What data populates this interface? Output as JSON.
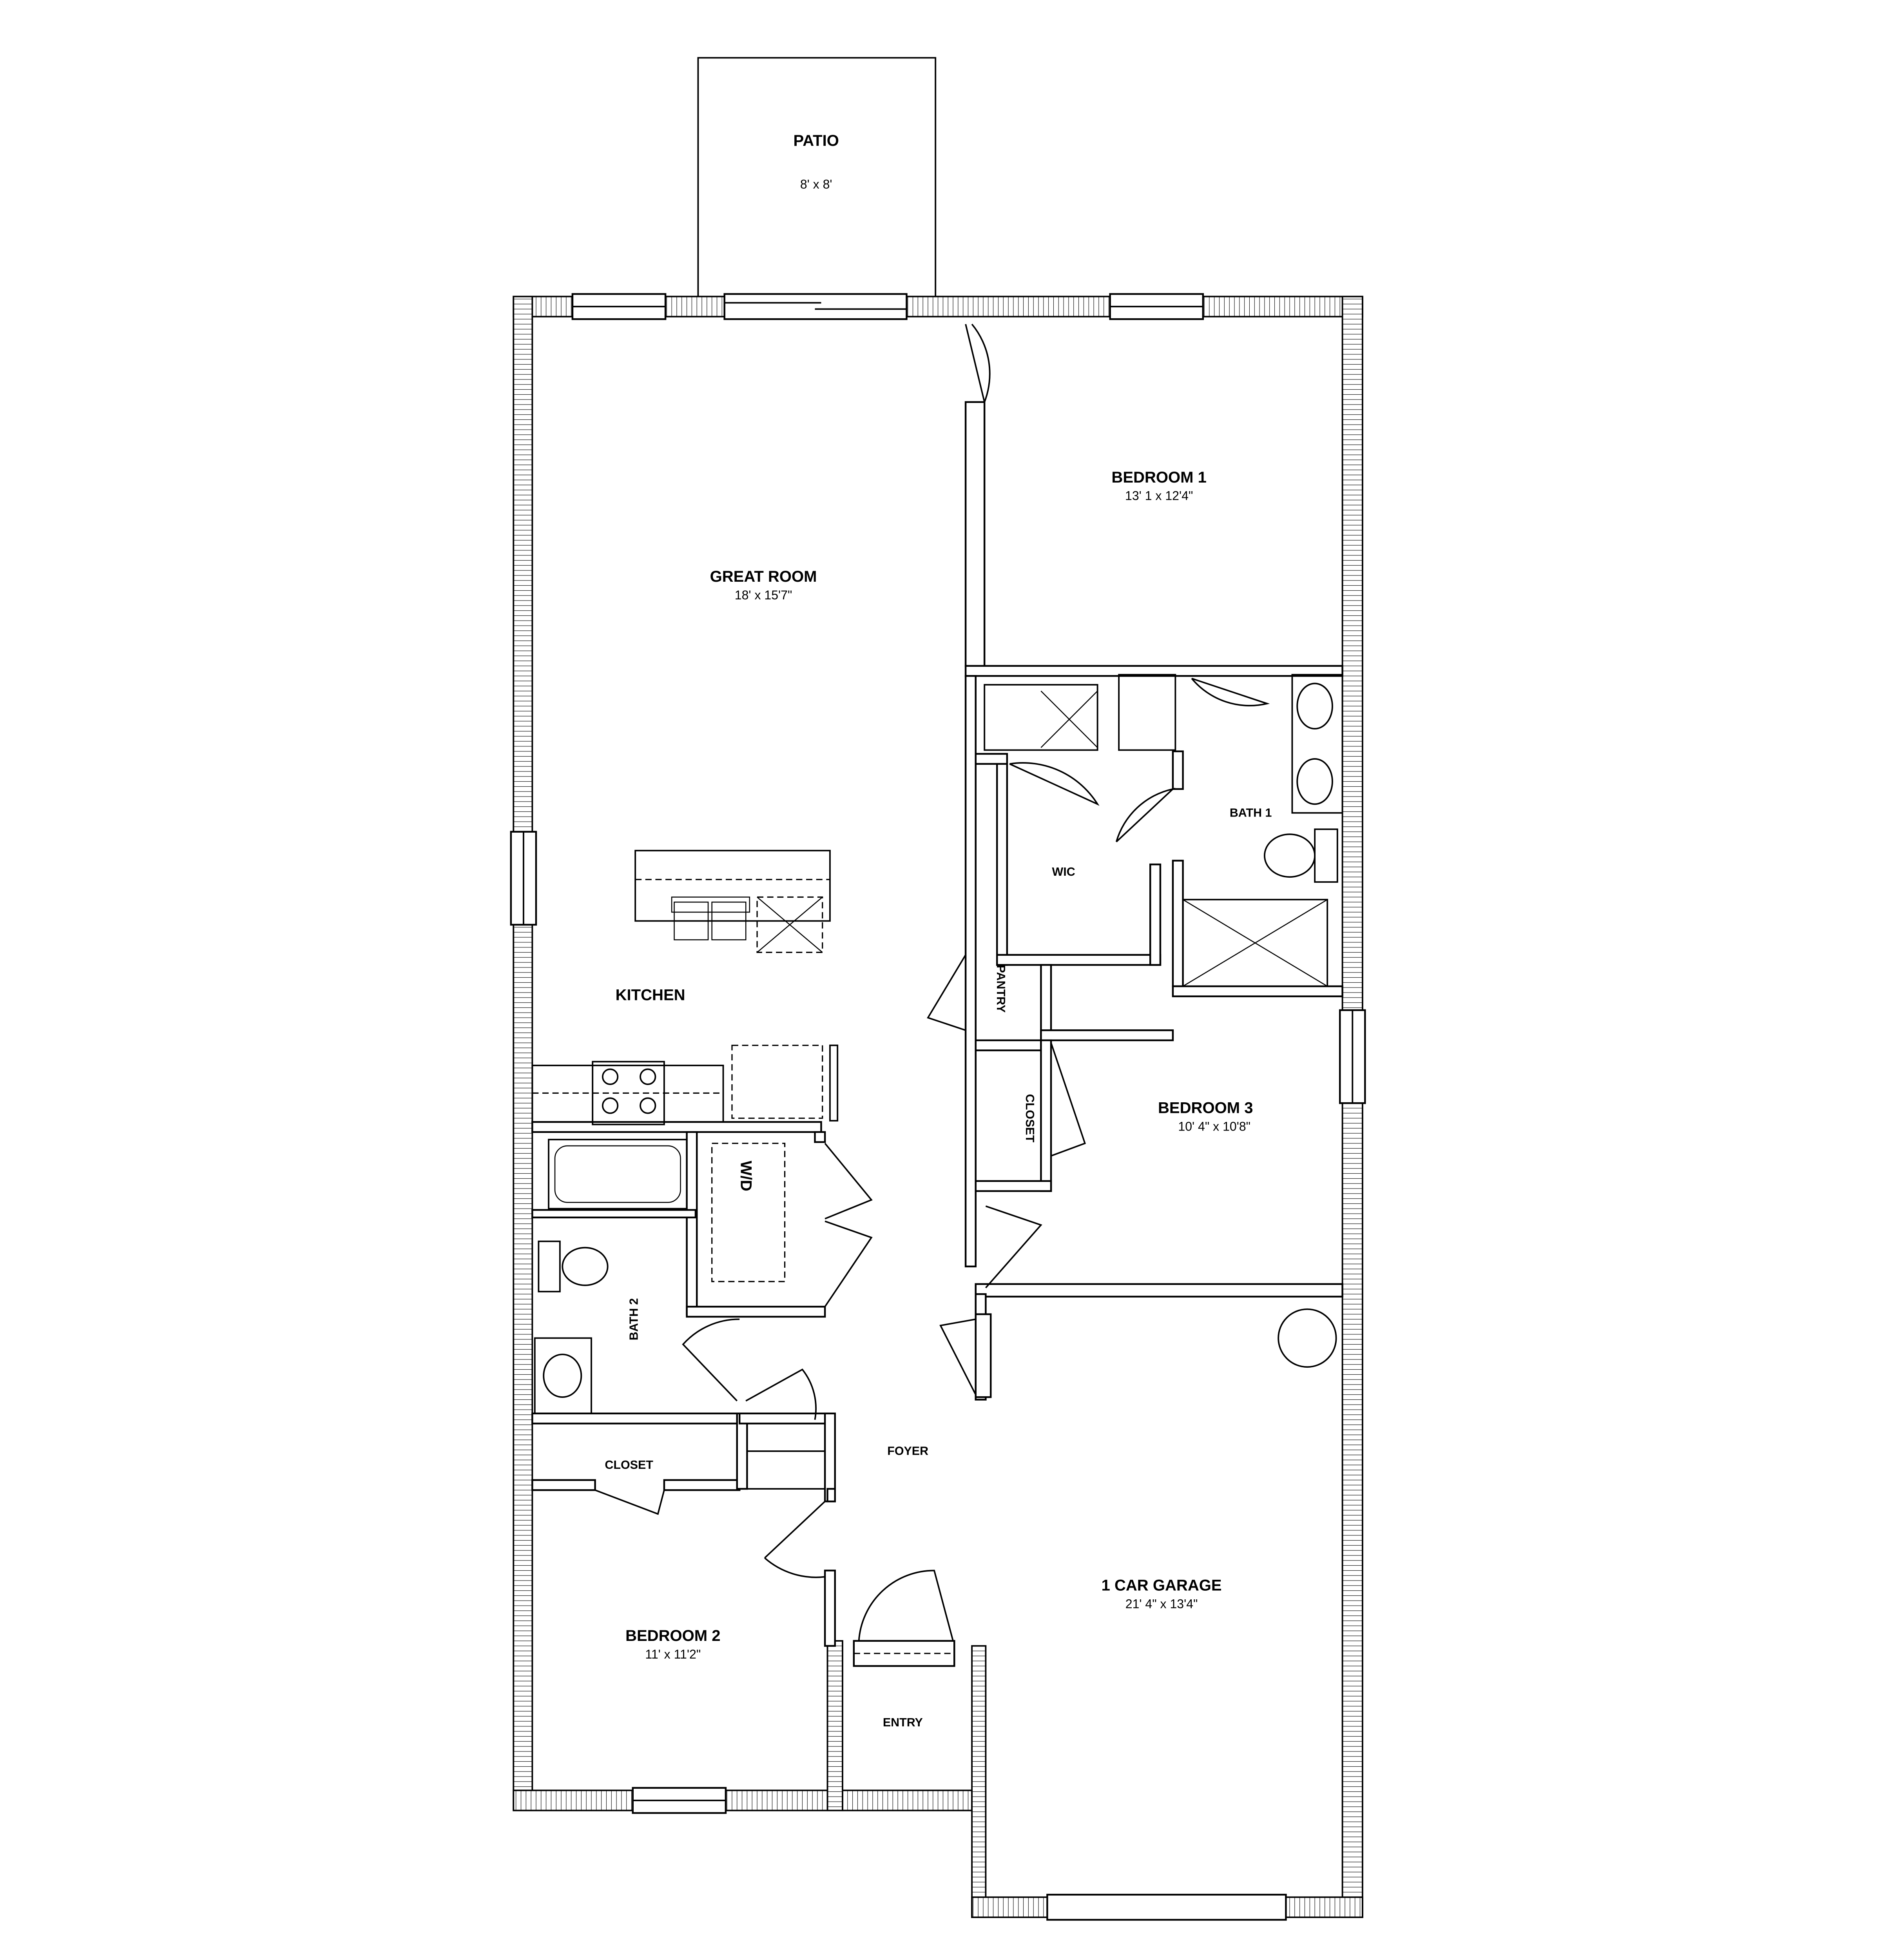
{
  "plan": {
    "rooms": {
      "patio": {
        "name": "PATIO",
        "size": "8' x 8'"
      },
      "great_room": {
        "name": "GREAT ROOM",
        "size": "18' x 15'7\""
      },
      "bedroom1": {
        "name": "BEDROOM 1",
        "size": "13' 1 x 12'4\""
      },
      "bath1": {
        "name": "BATH 1"
      },
      "wic": {
        "name": "WIC"
      },
      "kitchen": {
        "name": "KITCHEN"
      },
      "pantry": {
        "name": "PANTRY"
      },
      "closet_bed3": {
        "name": "CLOSET"
      },
      "bedroom3": {
        "name": "BEDROOM 3",
        "size": "10' 4\" x 10'8\""
      },
      "wd": {
        "name": "W/D"
      },
      "bath2": {
        "name": "BATH 2"
      },
      "closet_bed2": {
        "name": "CLOSET"
      },
      "foyer": {
        "name": "FOYER"
      },
      "garage": {
        "name": "1 CAR GARAGE",
        "size": "21' 4\" x 13'4\""
      },
      "bedroom2": {
        "name": "BEDROOM 2",
        "size": "11' x 11'2\""
      },
      "entry": {
        "name": "ENTRY"
      }
    },
    "colors": {
      "line": "#000000",
      "background": "#ffffff"
    }
  }
}
